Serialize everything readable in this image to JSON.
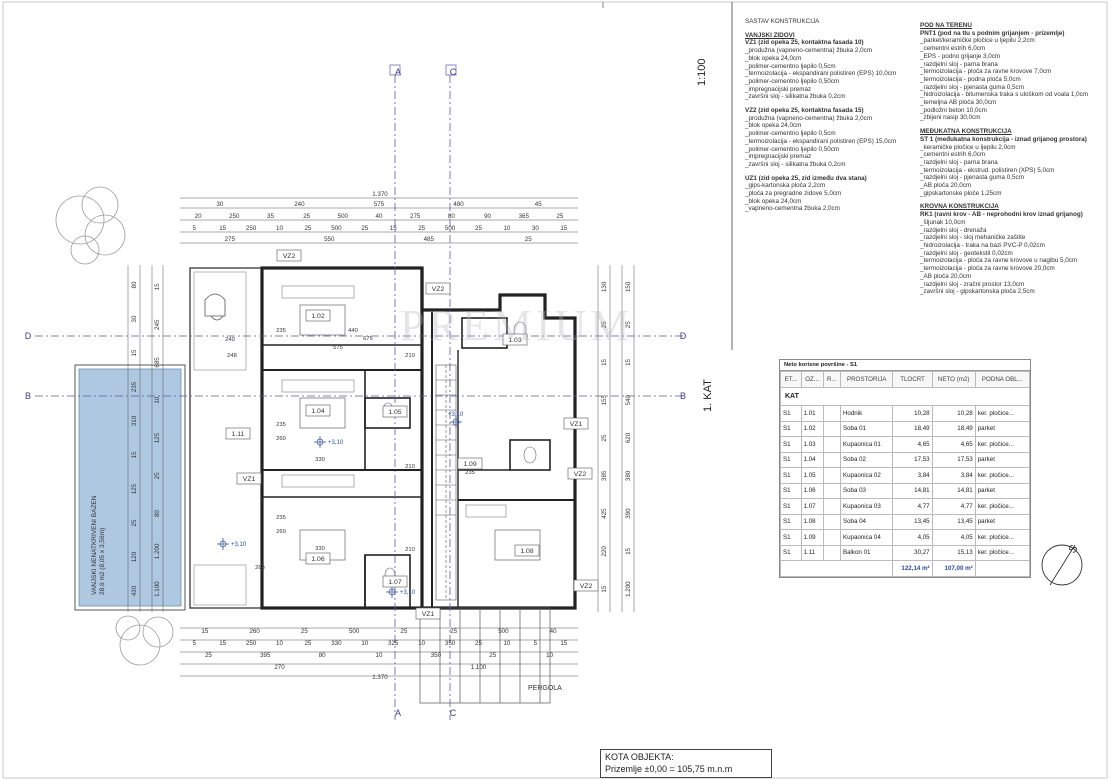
{
  "scale": "1:100",
  "floor_label": "1. KAT",
  "watermark": "PREMIUM",
  "notes": {
    "title": "SASTAV KONSTRUKCIJA",
    "vanjski_zidovi": {
      "heading": "VANJSKI ZIDOVI",
      "vz1": {
        "title": "VZ1 (zid opeka 25, kontaktna fasada 10)",
        "lines": [
          "_produžna (vapneno-cementna) žbuka  2,0cm",
          "_blok opeka 24,0cm",
          "_polimer-cementno ljepilo 0,5cm",
          "_termoizolacija - ekspandirani polistiren (EPS) 10,0cm",
          "_polimer-cementno ljepilo 0,50cm",
          "_impregnacijski premaz",
          "_završni sloj - silikatna žbuka 0,2cm"
        ]
      },
      "vz2": {
        "title": "VZ2 (zid opeka 25, kontaktna fasada 15)",
        "lines": [
          "_produžna (vapneno-cementna) žbuka  2,0cm",
          "_blok opeka 24,0cm",
          "_polimer-cementno ljepilo 0,5cm",
          "_termoizolacija - ekspandirani polistiren (EPS) 15,0cm",
          "_polimer-cementno ljepilo 0,50cm",
          "_impregnacijski premaz",
          "_završni sloj - silikatna žbuka 0,2cm"
        ]
      },
      "uz1": {
        "title": "UZ1 (zid opeka 25, zid između dva stana)",
        "lines": [
          "_gips-kartonska ploča  2,2cm",
          "_ploča za pregradne zidove 5,0cm",
          "_blok opeka 24,0cm",
          "_vapneno-cementna žbuka 2,0cm"
        ]
      }
    },
    "pod_na_terenu": {
      "heading": "POD NA TERENU",
      "pnt1": {
        "title": "PNT1 (pod na tlu s podnim grijanjem - prizemlje)",
        "lines": [
          "_parket/keramičke pločice u ljepilu 2,2cm",
          "_cementni estrih 6,0cm",
          "_EPS - podno grijanje 3,0cm",
          "_razdjelni sloj - parna brana",
          "_termoizolacija - ploča za ravne krovove 7,0cm",
          "_termoizolacija - podna ploča 5,0cm",
          "_razdjelni sloj - pjenasta guma 0,5cm",
          "_hidroizolacija - bitumenska traka s uloškom od voala 1,0cm",
          "_temeljna AB ploča 30,0cm",
          "_podložni beton 10,0cm",
          "_zbijeni nasip 30,0cm"
        ]
      }
    },
    "medjukatna": {
      "heading": "MEĐUKATNA KONSTRUKCIJA",
      "st1": {
        "title": "ST 1 (međukatna konstrukcija - iznad grijanog prostora)",
        "lines": [
          "_keramičke pločice u ljepilu 2,0cm",
          "_cementni estrih 6,0cm",
          "_razdjelni sloj - parna brana",
          "_termoizolacija - ekstrud. polistiren (XPS) 5,0cm",
          "_razdjelni sloj - pjenasta guma 0,5cm",
          "_AB ploča 20,0cm",
          "_gipskartonske ploče 1,25cm"
        ]
      }
    },
    "krovna": {
      "heading": "KROVNA KONSTRUKCIJA",
      "rk1": {
        "title": "RK1 (ravni krov - AB - neprohodni krov iznad grijanog)",
        "lines": [
          "_šljunak 10,0cm",
          "_razdjelni sloj - drenaža",
          "_razdjelni sloj - sloj mehaničke zaštite",
          "_hidroizolacija - traka na bazi PVC-P 0,02cm",
          "_razdjelni sloj - geotekstil 0,02cm",
          "_termoizolacija - ploča za ravne krovove u nagibu 5,0cm",
          "_termoizolacija - ploča za ravne krovove 20,0cm",
          "_AB ploča 20,0cm",
          "_razdjelni sloj - zračni prostor 13,0cm",
          "_završni sloj - gipskartonska ploča 2,5cm"
        ]
      }
    }
  },
  "area_table": {
    "caption": "Neto korisne površine - S1",
    "headers": [
      "ET...",
      "OZ...",
      "R...",
      "PROSTORIJA",
      "TLOCRT",
      "NETO (m2)",
      "PODNA OBL..."
    ],
    "group": "KAT",
    "rows": [
      [
        "S1",
        "1.01",
        "Hodnik",
        "10,28",
        "10,28",
        "ker. pločice..."
      ],
      [
        "S1",
        "1.02",
        "Soba 01",
        "18,49",
        "18,49",
        "parket"
      ],
      [
        "S1",
        "1.03",
        "Kupaonica 01",
        "4,65",
        "4,65",
        "ker. pločice..."
      ],
      [
        "S1",
        "1.04",
        "Soba 02",
        "17,53",
        "17,53",
        "parket"
      ],
      [
        "S1",
        "1.05",
        "Kupaonica 02",
        "3,84",
        "3,84",
        "ker. pločice..."
      ],
      [
        "S1",
        "1.06",
        "Soba 03",
        "14,81",
        "14,81",
        "parket"
      ],
      [
        "S1",
        "1.07",
        "Kupaonica 03",
        "4,77",
        "4,77",
        "ker. pločice..."
      ],
      [
        "S1",
        "1.08",
        "Soba 04",
        "13,45",
        "13,45",
        "parket"
      ],
      [
        "S1",
        "1.09",
        "Kupaonica 04",
        "4,05",
        "4,05",
        "ker. pločice..."
      ],
      [
        "S1",
        "1.11",
        "Balkon 01",
        "30,27",
        "15,13",
        "ker. pločice..."
      ]
    ],
    "total_tlocrt": "122,14 m²",
    "total_neto": "107,00 m²"
  },
  "kota": {
    "label": "KOTA OBJEKTA:",
    "value": "Prizemlje  ±0,00 = 105,75 m.n.m"
  },
  "north_label": "S",
  "plan": {
    "rooms": [
      "1.02",
      "1.03",
      "1.04",
      "1.05",
      "1.06",
      "1.07",
      "1.08",
      "1.09",
      "1.11"
    ],
    "section_marks": [
      "A",
      "C",
      "D",
      "B"
    ],
    "wall_tags": [
      "VZ2",
      "VZ2",
      "VZ1",
      "VZ1",
      "VZ1",
      "VZ2",
      "VZ2"
    ],
    "pool_label": "VANJSKI NENATKRIVENI BAZEN",
    "pool_size": "28,6 m2 (8,05 x 3,56m)",
    "pergola": "PERGOLA",
    "levels": [
      "+3,10",
      "+3,10",
      "+3,10",
      "+3,10"
    ],
    "dims_top": {
      "total": "1.370",
      "row1": [
        "30",
        "240",
        "575",
        "480",
        "45"
      ],
      "row2": [
        "20",
        "250",
        "35",
        "25",
        "500",
        "40",
        "275",
        "80",
        "90",
        "365",
        "25"
      ],
      "row3": [
        "5",
        "15",
        "250",
        "10",
        "25",
        "500",
        "25",
        "15",
        "25",
        "500",
        "25",
        "10",
        "30",
        "15"
      ],
      "row4": [
        "275",
        "550",
        "485",
        "25"
      ]
    },
    "dims_bottom": {
      "row1": [
        "15",
        "260",
        "25",
        "500",
        "25",
        "25",
        "500",
        "40"
      ],
      "row2": [
        "5",
        "15",
        "250",
        "10",
        "25",
        "330",
        "10",
        "325",
        "10",
        "350",
        "25",
        "10",
        "5",
        "15"
      ],
      "row3": [
        "25",
        "395",
        "80",
        "10",
        "350",
        "25",
        "10"
      ],
      "row4": [
        "270",
        "1.100"
      ],
      "total": "1.370"
    },
    "dims_left": [
      "80",
      "30",
      "15",
      "235",
      "310",
      "15",
      "125",
      "25",
      "120",
      "430",
      "15",
      "245",
      "685",
      "10",
      "125",
      "25",
      "80",
      "1.200",
      "1.100"
    ],
    "dims_right": [
      "130",
      "25",
      "15",
      "155",
      "25",
      "385",
      "425",
      "220",
      "15",
      "150",
      "25",
      "15",
      "540",
      "620",
      "380",
      "390",
      "15",
      "1.200"
    ],
    "inner_dims": [
      "440",
      "575",
      "675",
      "235",
      "240",
      "210",
      "330",
      "235",
      "260",
      "235",
      "260",
      "285",
      "210",
      "330",
      "210",
      "248",
      "235"
    ]
  }
}
